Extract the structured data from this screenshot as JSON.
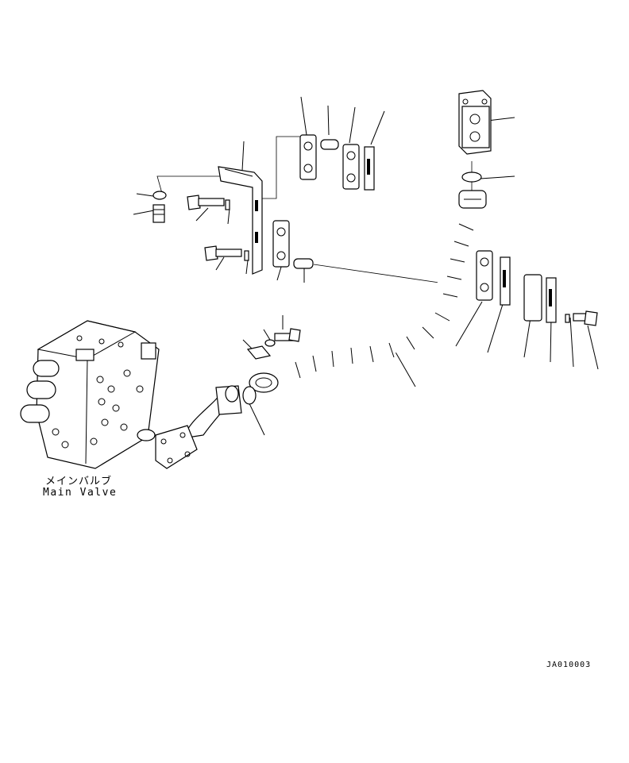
{
  "labels": {
    "main_valve_jp": "メインバルブ",
    "main_valve_en": "Main Valve",
    "drawing_code": "JA010003"
  }
}
